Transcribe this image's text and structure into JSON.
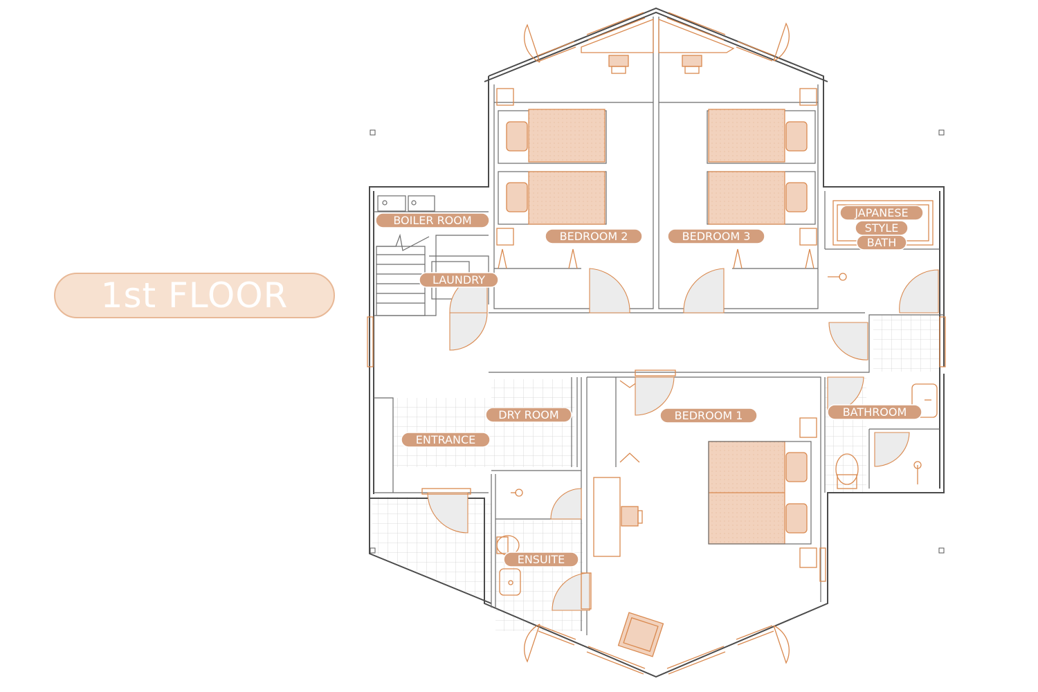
{
  "floor_label": "1st FLOOR",
  "rooms": {
    "boiler_room": "BOILER ROOM",
    "laundry": "LAUNDRY",
    "bedroom_2": "BEDROOM 2",
    "bedroom_3": "BEDROOM 3",
    "japanese_bath_line1": "JAPANESE",
    "japanese_bath_line2": "STYLE",
    "japanese_bath_line3": "BATH",
    "dry_room": "DRY ROOM",
    "entrance": "ENTRANCE",
    "bedroom_1": "BEDROOM 1",
    "bathroom": "BATHROOM",
    "ensuite": "ENSUITE"
  },
  "colors": {
    "accent": "#d9894f",
    "label_bg": "#d39e7d",
    "badge_bg": "#f7e1d0",
    "wall": "#4a4a4a"
  }
}
